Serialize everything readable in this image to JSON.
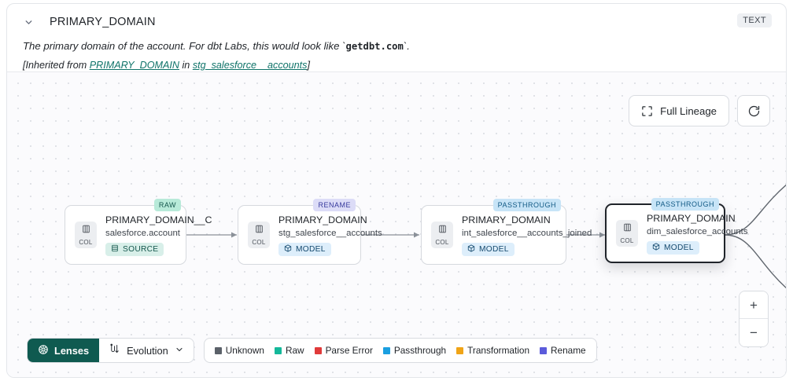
{
  "header": {
    "title": "PRIMARY_DOMAIN",
    "type_badge": "TEXT",
    "chevron_icon": "chevron-down-icon",
    "description_prefix": "The primary domain of the account. For dbt Labs, this would look like `",
    "description_code": "getdbt.com",
    "description_suffix": "`.",
    "inherited_open": "[Inherited from ",
    "inherited_link1": "PRIMARY_DOMAIN",
    "inherited_mid": " in ",
    "inherited_link2": "stg_salesforce__accounts",
    "inherited_close": "]"
  },
  "toolbar": {
    "full_lineage_label": "Full Lineage",
    "full_lineage_icon": "expand-icon",
    "refresh_icon": "refresh-icon"
  },
  "zoom_controls": {
    "zoom_in_label": "+",
    "zoom_out_label": "−"
  },
  "nodes": [
    {
      "title": "PRIMARY_DOMAIN__C",
      "subtitle": "salesforce.account",
      "kind": "SOURCE",
      "kind_icon": "table-icon",
      "tag": "RAW",
      "col_label": "COL",
      "col_icon": "column-icon",
      "selected": false
    },
    {
      "title": "PRIMARY_DOMAIN",
      "subtitle": "stg_salesforce__accounts",
      "kind": "MODEL",
      "kind_icon": "cube-icon",
      "tag": "RENAME",
      "col_label": "COL",
      "col_icon": "column-icon",
      "selected": false
    },
    {
      "title": "PRIMARY_DOMAIN",
      "subtitle": "int_salesforce__accounts_joined",
      "kind": "MODEL",
      "kind_icon": "cube-icon",
      "tag": "PASSTHROUGH",
      "col_label": "COL",
      "col_icon": "column-icon",
      "selected": false
    },
    {
      "title": "PRIMARY_DOMAIN",
      "subtitle": "dim_salesforce_accounts",
      "kind": "MODEL",
      "kind_icon": "cube-icon",
      "tag": "PASSTHROUGH",
      "col_label": "COL",
      "col_icon": "column-icon",
      "selected": true
    }
  ],
  "bottom_bar": {
    "lenses_label": "Lenses",
    "lenses_icon": "aperture-icon",
    "evolution_label": "Evolution",
    "evolution_icon": "evolution-path-icon",
    "evolution_chevron": "chevron-down-icon"
  },
  "legend": {
    "items": [
      {
        "label": "Unknown",
        "color": "#5b6169"
      },
      {
        "label": "Raw",
        "color": "#14b89a"
      },
      {
        "label": "Parse Error",
        "color": "#e03a3a"
      },
      {
        "label": "Passthrough",
        "color": "#1b9fe0"
      },
      {
        "label": "Transformation",
        "color": "#f0a417"
      },
      {
        "label": "Rename",
        "color": "#5b5bdb"
      }
    ]
  }
}
